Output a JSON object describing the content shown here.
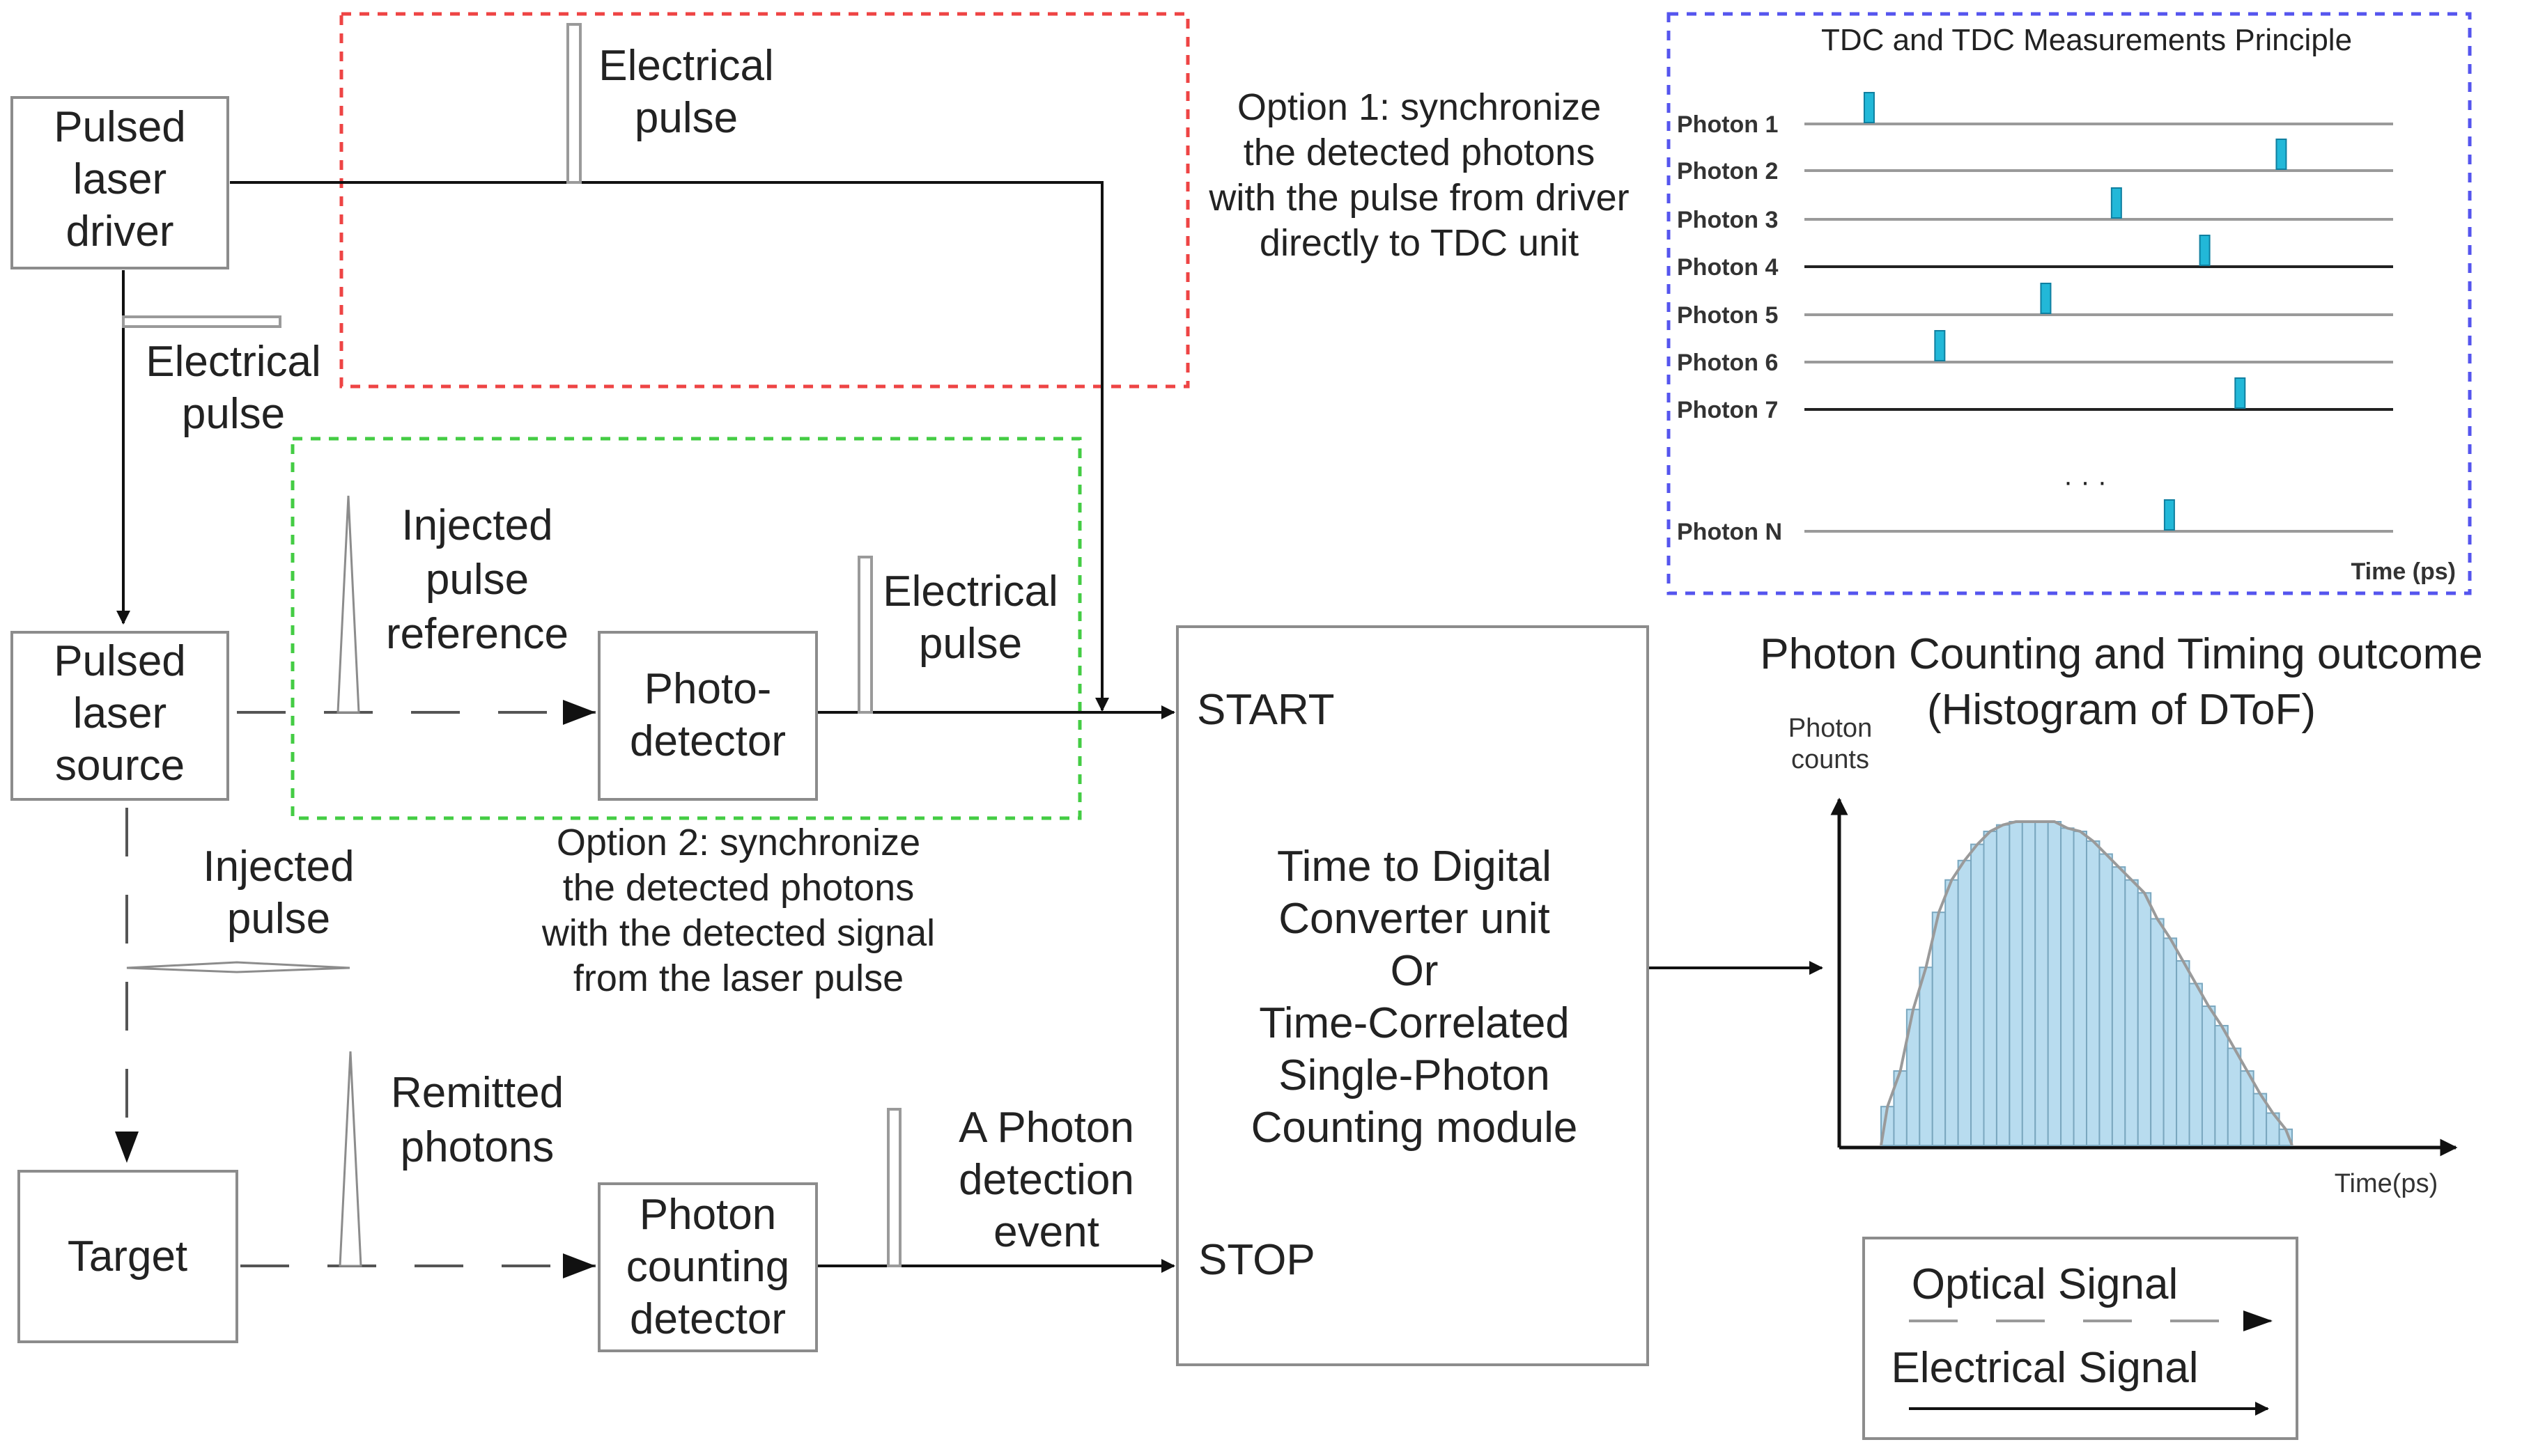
{
  "boxes": {
    "pulsed_laser_driver": [
      "Pulsed",
      "laser",
      "driver"
    ],
    "pulsed_laser_source": [
      "Pulsed",
      "laser",
      "source"
    ],
    "target": [
      "Target"
    ],
    "photo_detector": [
      "Photo-",
      "detector"
    ],
    "photon_counting_detector": [
      "Photon",
      "counting",
      "detector"
    ],
    "tdc_unit": {
      "start": "START",
      "stop": "STOP",
      "body": [
        "Time to Digital",
        "Converter unit",
        "Or",
        "Time-Correlated",
        "Single-Photon",
        "Counting module"
      ]
    }
  },
  "labels": {
    "electrical_pulse_top": [
      "Electrical",
      "pulse"
    ],
    "electrical_pulse_left": [
      "Electrical",
      "pulse"
    ],
    "electrical_pulse_mid": [
      "Electrical",
      "pulse"
    ],
    "injected_pulse_reference": [
      "Injected",
      "pulse",
      "reference"
    ],
    "injected_pulse": [
      "Injected",
      "pulse"
    ],
    "remitted_photons": [
      "Remitted",
      "photons"
    ],
    "photon_detection_event": [
      "A Photon",
      "detection",
      "event"
    ]
  },
  "options": {
    "option1": [
      "Option 1: synchronize",
      "the detected photons",
      "with the pulse from driver",
      "directly to TDC unit"
    ],
    "option2": [
      "Option 2: synchronize",
      "the detected photons",
      "with the detected signal",
      "from the laser pulse"
    ],
    "option1_color": "#ee4444",
    "option2_color": "#44cc44"
  },
  "tdc_panel": {
    "title": "TDC and TDC Measurements Principle",
    "time_label": "Time (ps)",
    "border_color": "#5555ee",
    "marker_color": "#22b8d8",
    "photons": [
      {
        "label": "Photon 1",
        "t": 0.11
      },
      {
        "label": "Photon 2",
        "t": 0.81
      },
      {
        "label": "Photon 3",
        "t": 0.53
      },
      {
        "label": "Photon 4",
        "t": 0.68
      },
      {
        "label": "Photon 5",
        "t": 0.41
      },
      {
        "label": "Photon 6",
        "t": 0.23
      },
      {
        "label": "Photon 7",
        "t": 0.74
      },
      {
        "label": "Photon N",
        "t": 0.62
      }
    ]
  },
  "chart_data": {
    "type": "bar",
    "title": "Photon Counting and Timing outcome",
    "subtitle": "(Histogram of DToF)",
    "ylabel": "Photon counts",
    "xlabel": "Time(ps)",
    "bar_color": "#b8dcef",
    "values": [
      0.12,
      0.23,
      0.42,
      0.55,
      0.72,
      0.82,
      0.88,
      0.93,
      0.97,
      0.99,
      1.0,
      1.0,
      1.0,
      1.0,
      0.98,
      0.97,
      0.94,
      0.9,
      0.86,
      0.82,
      0.78,
      0.7,
      0.64,
      0.57,
      0.5,
      0.43,
      0.37,
      0.3,
      0.23,
      0.16,
      0.1,
      0.05
    ]
  },
  "legend": {
    "optical": "Optical Signal",
    "electrical": "Electrical Signal"
  }
}
